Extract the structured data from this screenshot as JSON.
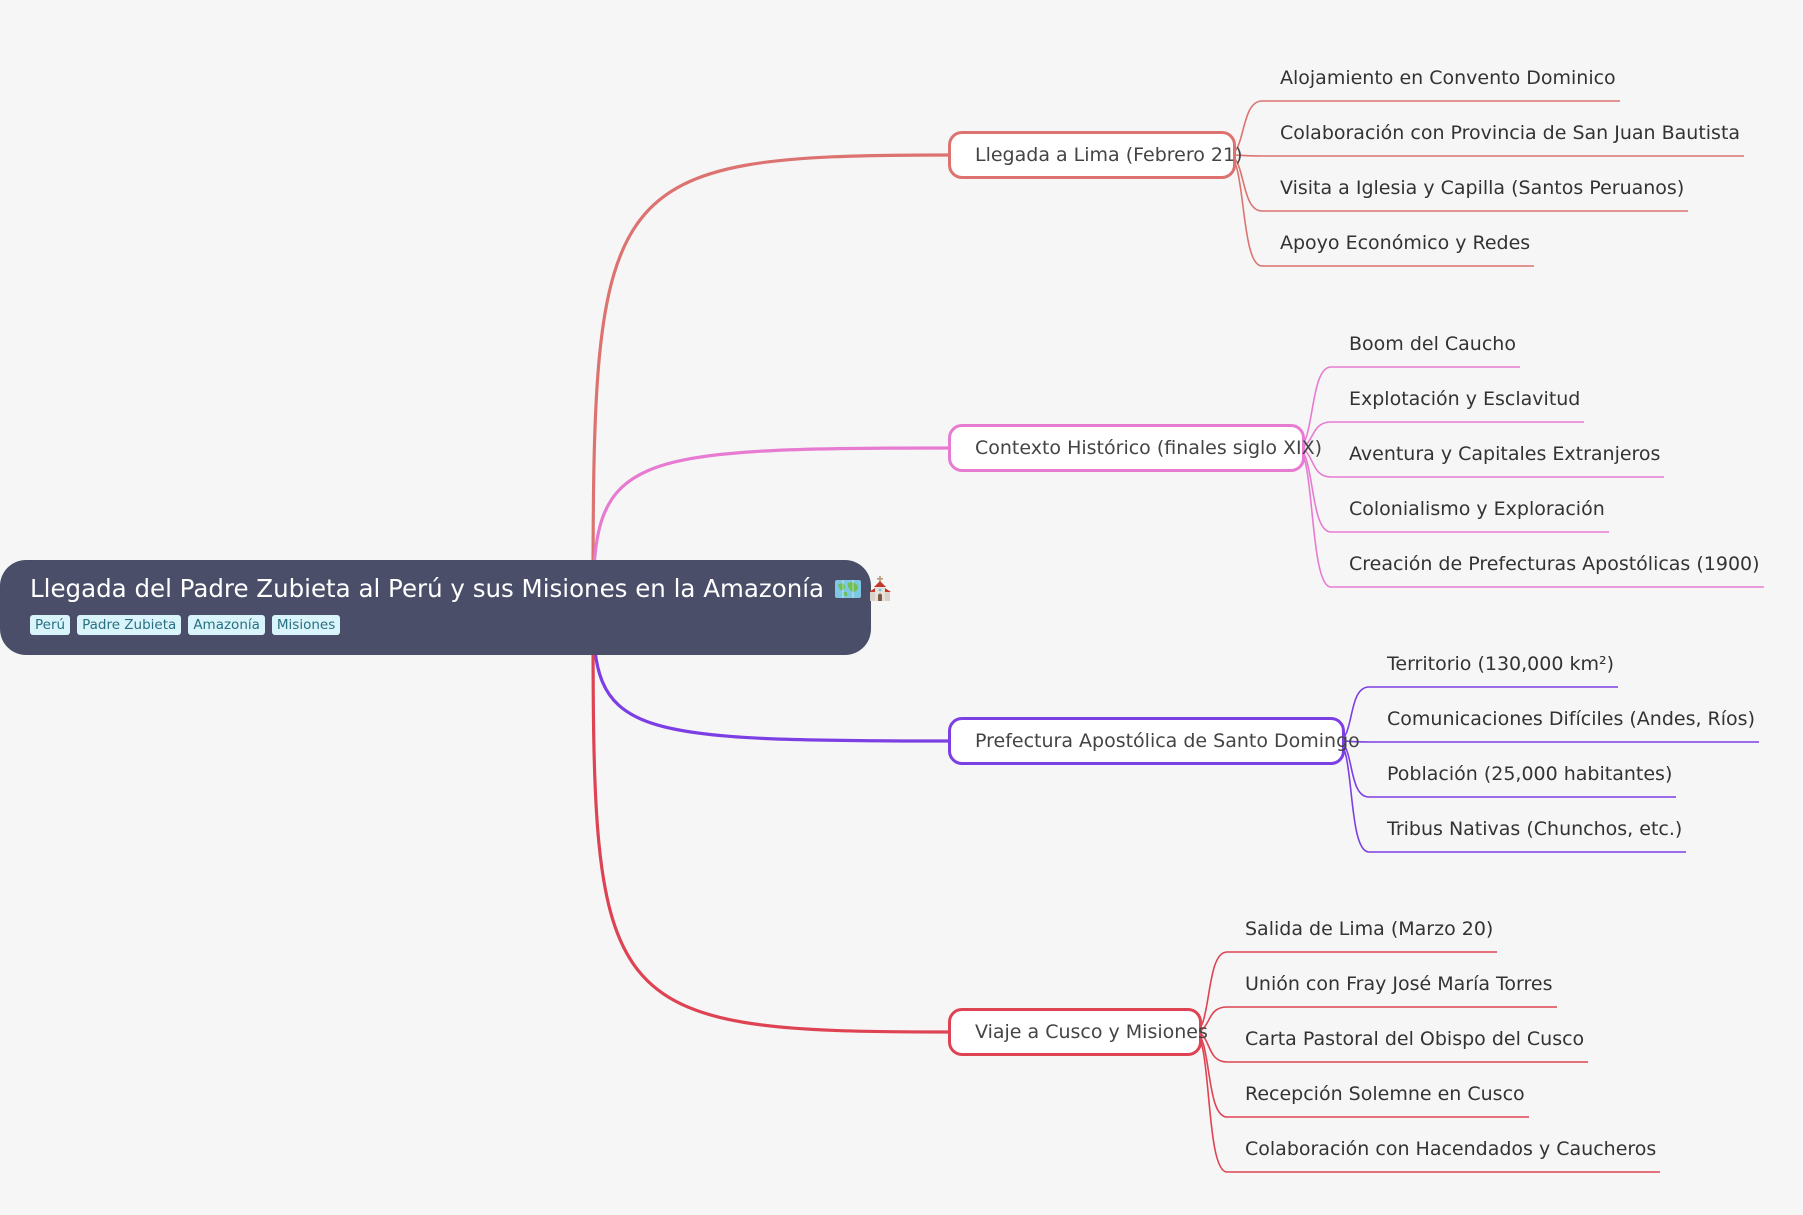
{
  "root": {
    "title": "Llegada del Padre Zubieta al Perú y sus Misiones en la Amazonía",
    "emoji_icons": [
      "world-map-icon",
      "church-icon"
    ],
    "tags": [
      "Perú",
      "Padre Zubieta",
      "Amazonía",
      "Misiones"
    ]
  },
  "colors": {
    "background": "#f6f6f6",
    "root_fill": "#4a4e69",
    "branch_1": "#dc7370",
    "branch_2": "#e77bd2",
    "branch_3": "#7b3fe4",
    "branch_4": "#de4353"
  },
  "branches": [
    {
      "label": "Llegada a Lima (Febrero 21)",
      "children": [
        "Alojamiento en Convento Dominico",
        "Colaboración con Provincia de San Juan Bautista",
        "Visita a Iglesia y Capilla (Santos Peruanos)",
        "Apoyo Económico y Redes"
      ]
    },
    {
      "label": "Contexto Histórico (finales siglo XIX)",
      "children": [
        "Boom del Caucho",
        "Explotación y Esclavitud",
        "Aventura y Capitales Extranjeros",
        "Colonialismo y Exploración",
        "Creación de Prefecturas Apostólicas (1900)"
      ]
    },
    {
      "label": "Prefectura Apostólica de Santo Domingo",
      "children": [
        "Territorio (130,000 km²)",
        "Comunicaciones Difíciles (Andes, Ríos)",
        "Población (25,000 habitantes)",
        "Tribus Nativas (Chunchos, etc.)"
      ]
    },
    {
      "label": "Viaje a Cusco y Misiones",
      "children": [
        "Salida de Lima (Marzo 20)",
        "Unión con Fray José María Torres",
        "Carta Pastoral del Obispo del Cusco",
        "Recepción Solemne en Cusco",
        "Colaboración con Hacendados y Caucheros"
      ]
    }
  ]
}
